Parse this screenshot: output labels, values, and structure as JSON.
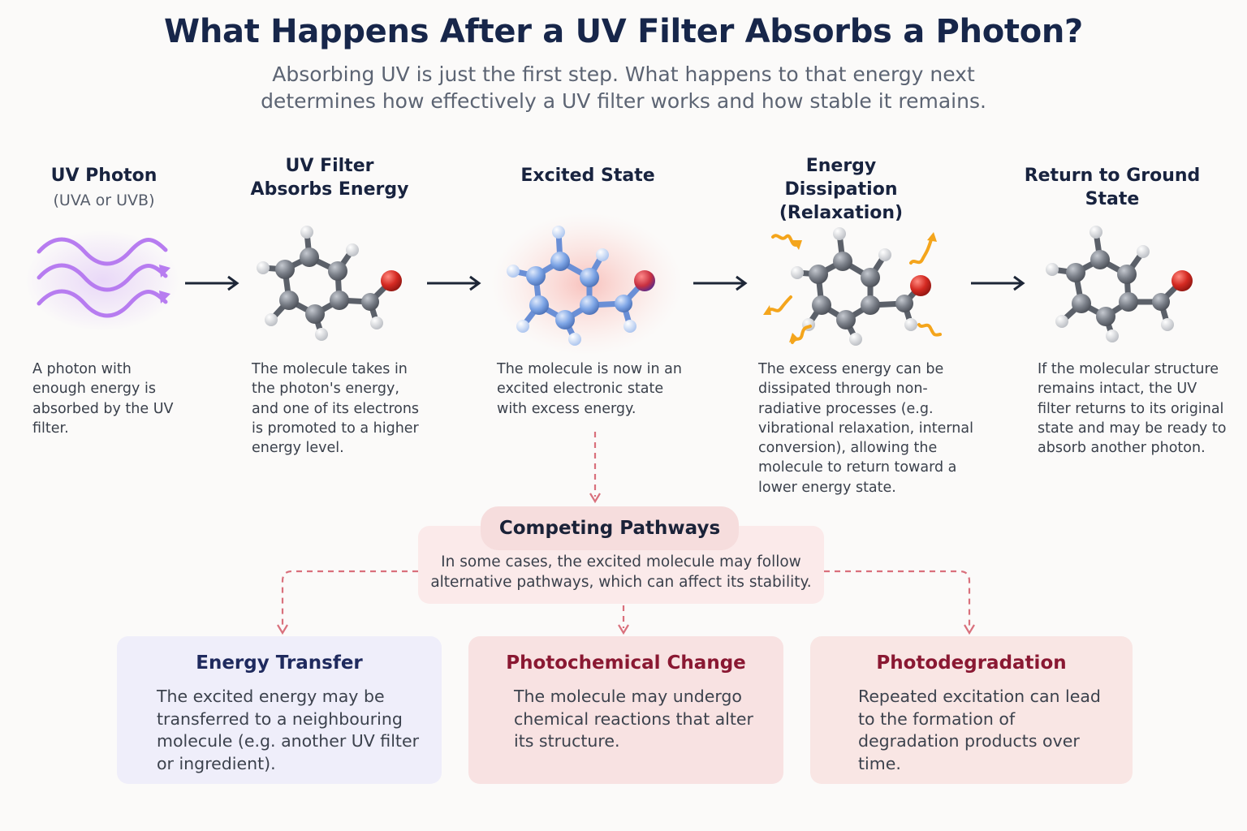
{
  "header": {
    "title": "What Happens After a UV Filter Absorbs a Photon?",
    "subtitle": "Absorbing UV is just the first step. What happens to that energy next determines how effectively a UV filter works and how stable it remains."
  },
  "stages": [
    {
      "title": "UV Photon",
      "subtitle": "(UVA or UVB)",
      "icon": "uv-wave-icon",
      "description": "A photon with enough energy is absorbed by the UV filter."
    },
    {
      "title": "UV Filter Absorbs Energy",
      "icon": "molecule-icon",
      "description": "The molecule takes in the photon's energy, and one of its electrons is promoted to a higher energy level."
    },
    {
      "title": "Excited State",
      "icon": "excited-molecule-icon",
      "description": "The molecule is now in an excited electronic state with excess energy."
    },
    {
      "title": "Energy Dissipation (Relaxation)",
      "icon": "relaxing-molecule-icon",
      "description": "The excess energy can be dissipated through non-radiative processes (e.g. vibrational relaxation, internal conversion), allowing the molecule to return toward a lower energy state."
    },
    {
      "title": "Return to Ground State",
      "icon": "ground-state-molecule-icon",
      "description": "If the molecular structure remains intact, the UV filter returns to its original state and may be ready to absorb another photon."
    }
  ],
  "competing": {
    "title": "Competing Pathways",
    "description": "In some cases, the excited molecule may follow alternative pathways, which can affect its stability."
  },
  "pathways": [
    {
      "title": "Energy Transfer",
      "description": "The excited energy may be transferred to a neighbouring molecule (e.g. another UV filter or ingredient).",
      "title_color": "#1f2a5e",
      "bg_color": "#efeefa"
    },
    {
      "title": "Photochemical Change",
      "description": "The molecule may undergo chemical reactions that alter its structure.",
      "title_color": "#8a1832",
      "bg_color": "#f8e2e2"
    },
    {
      "title": "Photodegradation",
      "description": "Repeated excitation can lead to the formation of degradation products over time.",
      "title_color": "#8a1832",
      "bg_color": "#f9e6e4"
    }
  ],
  "colors": {
    "uv_purple": "#b77cf0",
    "carbon": "#7a7f88",
    "oxygen": "#d42a22",
    "excited_blue": "#7fa6e6",
    "energy_orange": "#f4a51c",
    "arrow": "#1d2637",
    "dashed_connector": "#d9707c"
  }
}
